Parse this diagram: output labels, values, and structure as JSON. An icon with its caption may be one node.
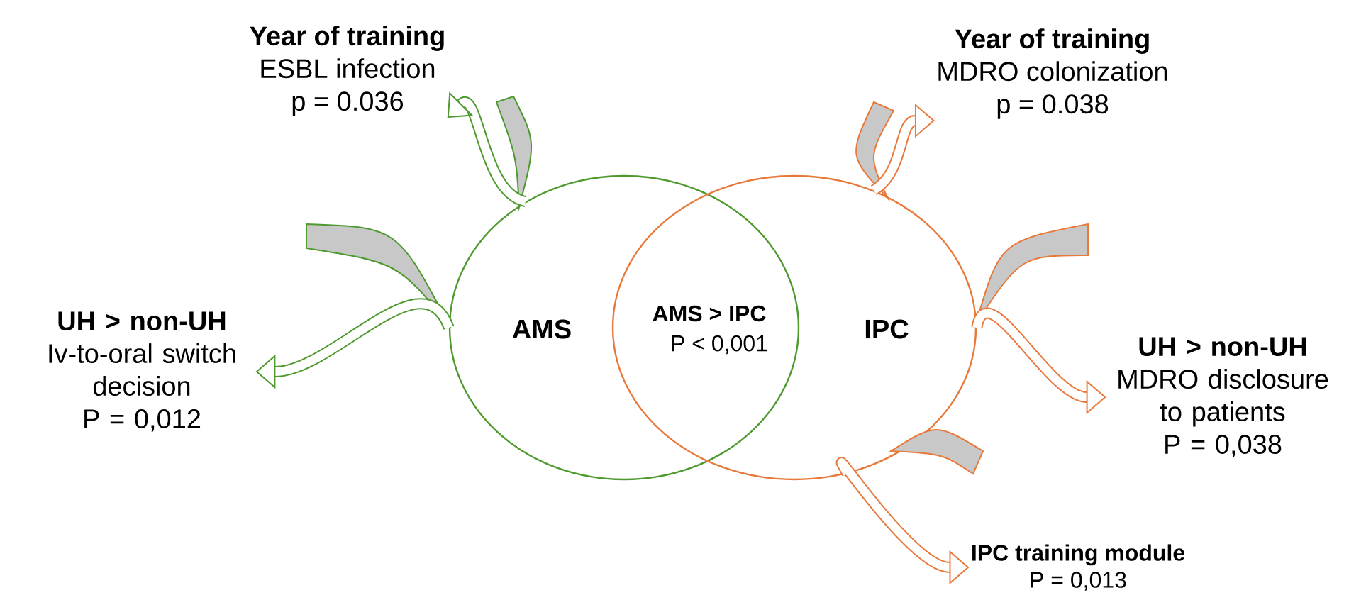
{
  "diagram": {
    "nodes": [
      {
        "text": [
          "AMS"
        ]
      },
      {
        "text": [
          "IPC"
        ]
      },
      {
        "text": [
          "Year of training",
          "ESBL infection",
          "p = 0.036"
        ]
      },
      {
        "text": [
          "UH > non-UH",
          "Iv-to-oral switch decision",
          "P = 0,012"
        ]
      },
      {
        "text": [
          "Year of training",
          "MDRO colonization",
          "p = 0.038"
        ]
      },
      {
        "text": [
          "UH > non-UH",
          "MDRO disclosure to patients",
          "P = 0,038"
        ]
      },
      {
        "text": [
          "IPC training module",
          "P = 0,013"
        ]
      }
    ],
    "edges": [
      {
        "from": 0,
        "to": 2,
        "arrow": "to",
        "color": "#4e9a2e"
      },
      {
        "from": 0,
        "to": 3,
        "arrow": "to",
        "color": "#4e9a2e"
      },
      {
        "from": 1,
        "to": 4,
        "arrow": "to"
      },
      {
        "from": 1,
        "to": 5,
        "arrow": "to"
      },
      {
        "from": 1,
        "to": 6,
        "arrow": "to"
      }
    ],
    "labels": [
      "AMS > IPC",
      "P < 0,001"
    ]
  }
}
